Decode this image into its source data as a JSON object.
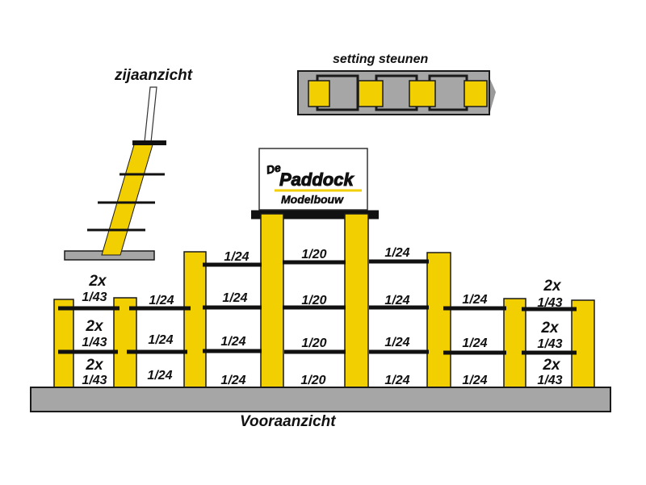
{
  "colors": {
    "post": "#f2cf00",
    "shelf": "#111111",
    "base": "#a6a6a6",
    "outline": "#1a1a1a",
    "shadow": "#9a9a9a"
  },
  "titles": {
    "side_view": "zijaanzicht",
    "supports": "setting steunen",
    "front_view": "Vooraanzicht"
  },
  "logo": {
    "line1": "De",
    "line2": "Paddock",
    "line3": "Modelbouw"
  },
  "columns": [
    {
      "labels": [
        "2x",
        "1/43",
        "2x",
        "1/43",
        "2x",
        "1/43"
      ]
    },
    {
      "labels": [
        "1/24",
        "1/24",
        "1/24"
      ]
    },
    {
      "labels": [
        "1/24",
        "1/24",
        "1/24",
        "1/24"
      ]
    },
    {
      "labels": [
        "1/20",
        "1/20",
        "1/20",
        "1/20"
      ]
    },
    {
      "labels": [
        "1/24",
        "1/24",
        "1/24",
        "1/24"
      ]
    },
    {
      "labels": [
        "1/24",
        "1/24",
        "1/24"
      ]
    },
    {
      "labels": [
        "2x",
        "1/43",
        "2x",
        "1/43",
        "2x",
        "1/43"
      ]
    }
  ]
}
